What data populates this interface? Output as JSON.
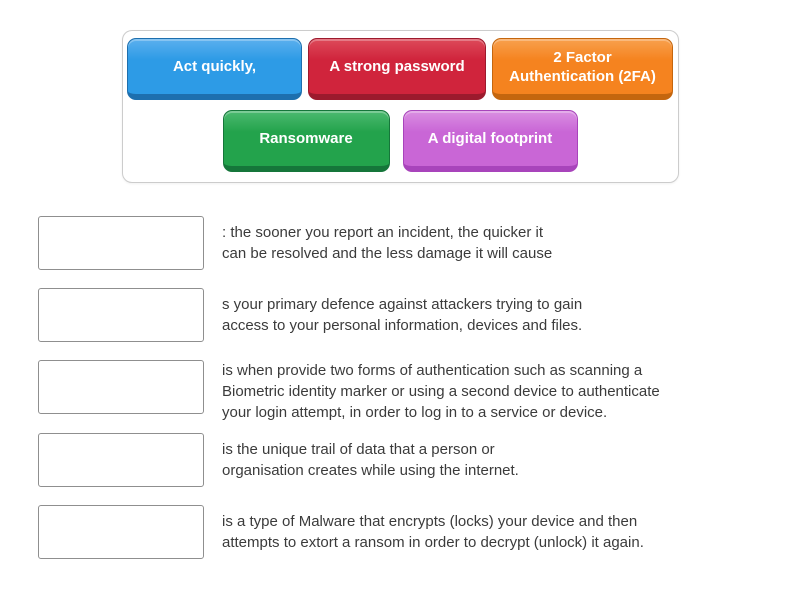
{
  "word_bank": {
    "tiles": [
      {
        "id": "act-quickly",
        "label": "Act quickly,",
        "color": "#2d9be6",
        "color_light": "#5bb0ee",
        "color_dark": "#1d6fae"
      },
      {
        "id": "strong-password",
        "label": "A strong password",
        "color": "#d0243c",
        "color_light": "#dd4a5a",
        "color_dark": "#9c1a2d"
      },
      {
        "id": "two-factor-auth",
        "label": "2 Factor\nAuthentication (2FA)",
        "color": "#f5831f",
        "color_light": "#f8a14e",
        "color_dark": "#c4660e"
      },
      {
        "id": "ransomware",
        "label": "Ransomware",
        "color": "#23a34c",
        "color_light": "#4cba70",
        "color_dark": "#15763a"
      },
      {
        "id": "digital-footprint",
        "label": "A digital footprint",
        "color": "#c966d6",
        "color_light": "#da8fe2",
        "color_dark": "#a844bb"
      }
    ]
  },
  "questions": [
    {
      "text": ": the sooner you report an incident, the quicker it\ncan be resolved and the less damage it will cause"
    },
    {
      "text": "s your primary defence against attackers trying to gain\naccess to your personal information, devices and files."
    },
    {
      "text": "is when provide two forms of authentication such as scanning a\nBiometric identity marker or using a second device to authenticate\nyour login attempt, in order to log in to a service or device."
    },
    {
      "text": "is the unique trail of data that a person or\norganisation creates while using the internet."
    },
    {
      "text": "is a type of Malware that encrypts (locks) your device and then\nattempts to extort a ransom in order to decrypt (unlock) it again."
    }
  ]
}
